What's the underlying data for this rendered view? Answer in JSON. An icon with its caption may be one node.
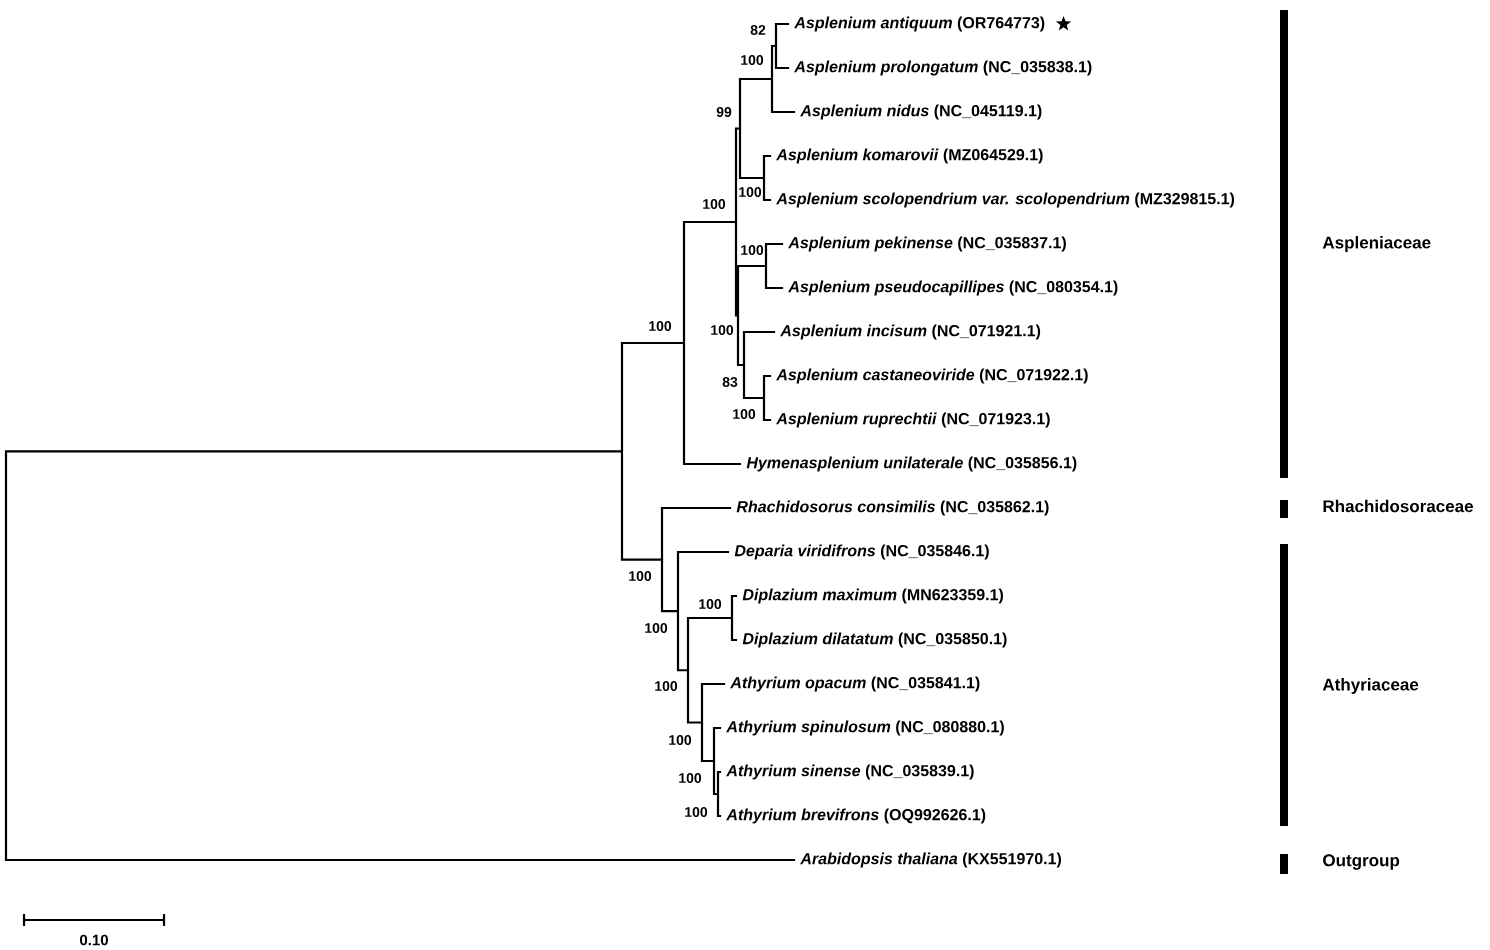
{
  "diagram": {
    "labels": [
      "82",
      "*Asplenium antiquum* (OR764773)",
      "100",
      "*Asplenium prolongatum* (NC_035838.1)",
      "99",
      "*Asplenium nidus* (NC_045119.1)",
      "*Asplenium komarovii* (MZ064529.1)",
      "100",
      "100",
      "*Asplenium scolopendrium var. scolopendrium* (MZ329815.1)",
      "100",
      "*Asplenium pekinense* (NC_035837.1)",
      "Aspleniaceae",
      "*Asplenium pseudocapillipes* (NC_080354.1)",
      "100",
      "100",
      "*Asplenium incisum* (NC_071921.1)",
      "83",
      "*Asplenium castaneoviride* (NC_071922.1)",
      "100",
      "*Asplenium ruprechtii* (NC_071923.1)",
      "*Hymenasplenium unilaterale* (NC_035856.1)",
      "*Rhachidosorus consimilis* (NC_035862.1)",
      "Rhachidosoraceae",
      "*Deparia viridifrons* (NC_035846.1)",
      "100",
      "100",
      "*Diplazium maximum* (MN623359.1)",
      "100",
      "*Diplazium dilatatum* (NC_035850.1)",
      "100",
      "*Athyrium opacum* (NC_035841.1)",
      "Athyriaceae",
      "100",
      "*Athyrium spinulosum* (NC_080880.1)",
      "100",
      "*Athyrium sinense* (NC_035839.1)",
      "100",
      "*Athyrium brevifrons* (OQ992626.1)",
      "*Arabidopsis thaliana* (KX551970.1)",
      "Outgroup",
      "0.10"
    ]
  }
}
